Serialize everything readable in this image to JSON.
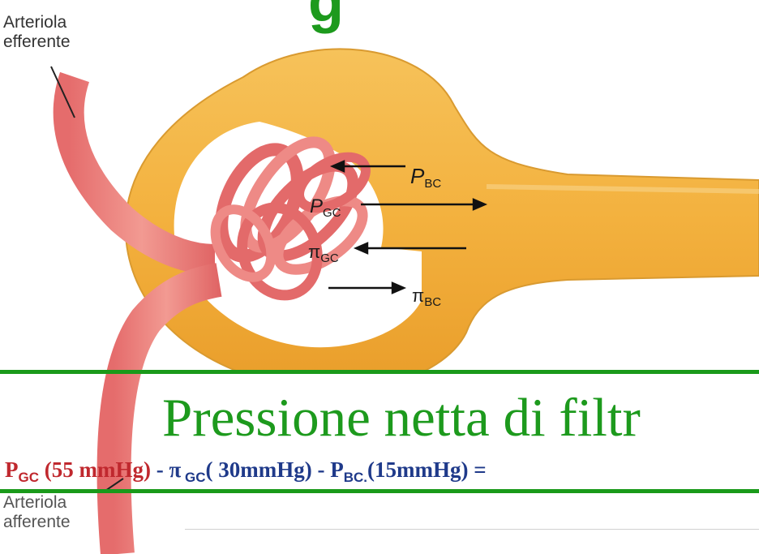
{
  "title_fragment": "g",
  "labels": {
    "efferent_line1": "Arteriola",
    "efferent_line2": "efferente",
    "afferent_line1": "Arteriola",
    "afferent_line2": "afferente"
  },
  "forces": {
    "p_bc": {
      "main": "P",
      "sub": "BC"
    },
    "p_gc": {
      "main": "P",
      "sub": "GC"
    },
    "pi_gc": {
      "main": "π",
      "sub": "GC"
    },
    "pi_bc": {
      "main": "π",
      "sub": "BC"
    }
  },
  "banner": {
    "title": "Pressione netta di filtr"
  },
  "formula": {
    "p_gc_main": "P",
    "p_gc_sub": "GC",
    "p_gc_value": " (55 mmHg)",
    "op1": " - ",
    "pi_main": "π",
    "pi_sub": " GC",
    "pi_value": "( 30mmHg)",
    "op2": " - ",
    "p_bc_main": "P",
    "p_bc_sub": "BC.",
    "p_bc_value": "(15mmHg)",
    "tail": " ="
  },
  "colors": {
    "green": "#1d9a1d",
    "red": "#c0282e",
    "blue": "#1f3a8a",
    "capsule": "#f3b64a",
    "vessel": "#ea7d7d"
  }
}
